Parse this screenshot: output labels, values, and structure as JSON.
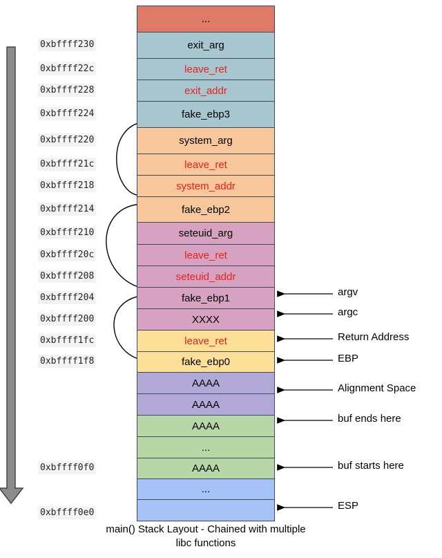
{
  "caption": "main() Stack Layout - Chained with multiple libc functions",
  "colors": {
    "red_text": "#e8201a",
    "frame_top": "#df7a68",
    "exit_frame": "#a7c6cf",
    "system_frame": "#f7c79b",
    "seteuid_frame": "#d7a2c1",
    "main_frame": "#fbdf96",
    "alignment": "#b2a9d8",
    "buffer": "#b7d8a6",
    "esp_area": "#a6c1f6"
  },
  "stack": [
    {
      "label": "...",
      "address": "",
      "color": "#df7a68",
      "red": false
    },
    {
      "label": "exit_arg",
      "address": "0xbffff230",
      "color": "#a7c6cf",
      "red": false
    },
    {
      "label": "leave_ret",
      "address": "0xbffff22c",
      "color": "#a7c6cf",
      "red": true
    },
    {
      "label": "exit_addr",
      "address": "0xbffff228",
      "color": "#a7c6cf",
      "red": true
    },
    {
      "label": "fake_ebp3",
      "address": "0xbffff224",
      "color": "#a7c6cf",
      "red": false
    },
    {
      "label": "system_arg",
      "address": "0xbffff220",
      "color": "#f7c79b",
      "red": false
    },
    {
      "label": "leave_ret",
      "address": "0xbffff21c",
      "color": "#f7c79b",
      "red": true
    },
    {
      "label": "system_addr",
      "address": "0xbffff218",
      "color": "#f7c79b",
      "red": true
    },
    {
      "label": "fake_ebp2",
      "address": "0xbffff214",
      "color": "#f7c79b",
      "red": false
    },
    {
      "label": "seteuid_arg",
      "address": "0xbffff210",
      "color": "#d7a2c1",
      "red": false
    },
    {
      "label": "leave_ret",
      "address": "0xbffff20c",
      "color": "#d7a2c1",
      "red": true
    },
    {
      "label": "seteuid_addr",
      "address": "0xbffff208",
      "color": "#d7a2c1",
      "red": true
    },
    {
      "label": "fake_ebp1",
      "address": "0xbffff204",
      "color": "#d7a2c1",
      "red": false
    },
    {
      "label": "XXXX",
      "address": "0xbffff200",
      "color": "#d7a2c1",
      "red": false
    },
    {
      "label": "leave_ret",
      "address": "0xbffff1fc",
      "color": "#fbdf96",
      "red": true
    },
    {
      "label": "fake_ebp0",
      "address": "0xbffff1f8",
      "color": "#fbdf96",
      "red": false
    },
    {
      "label": "AAAA",
      "address": "",
      "color": "#b2a9d8",
      "red": false
    },
    {
      "label": "AAAA",
      "address": "",
      "color": "#b2a9d8",
      "red": false
    },
    {
      "label": "AAAA",
      "address": "",
      "color": "#b7d8a6",
      "red": false
    },
    {
      "label": "...",
      "address": "",
      "color": "#b7d8a6",
      "red": false
    },
    {
      "label": "AAAA",
      "address": "0xbffff0f0",
      "color": "#b7d8a6",
      "red": false
    },
    {
      "label": "...",
      "address": "",
      "color": "#a6c1f6",
      "red": false
    },
    {
      "label": "",
      "address": "0xbffff0e0",
      "color": "#a6c1f6",
      "red": false
    }
  ],
  "annotations": [
    {
      "text": "argv"
    },
    {
      "text": "argc"
    },
    {
      "text": "Return Address"
    },
    {
      "text": "EBP"
    },
    {
      "text": "Alignment Space"
    },
    {
      "text": "buf ends here"
    },
    {
      "text": "buf starts here"
    },
    {
      "text": "ESP"
    }
  ]
}
